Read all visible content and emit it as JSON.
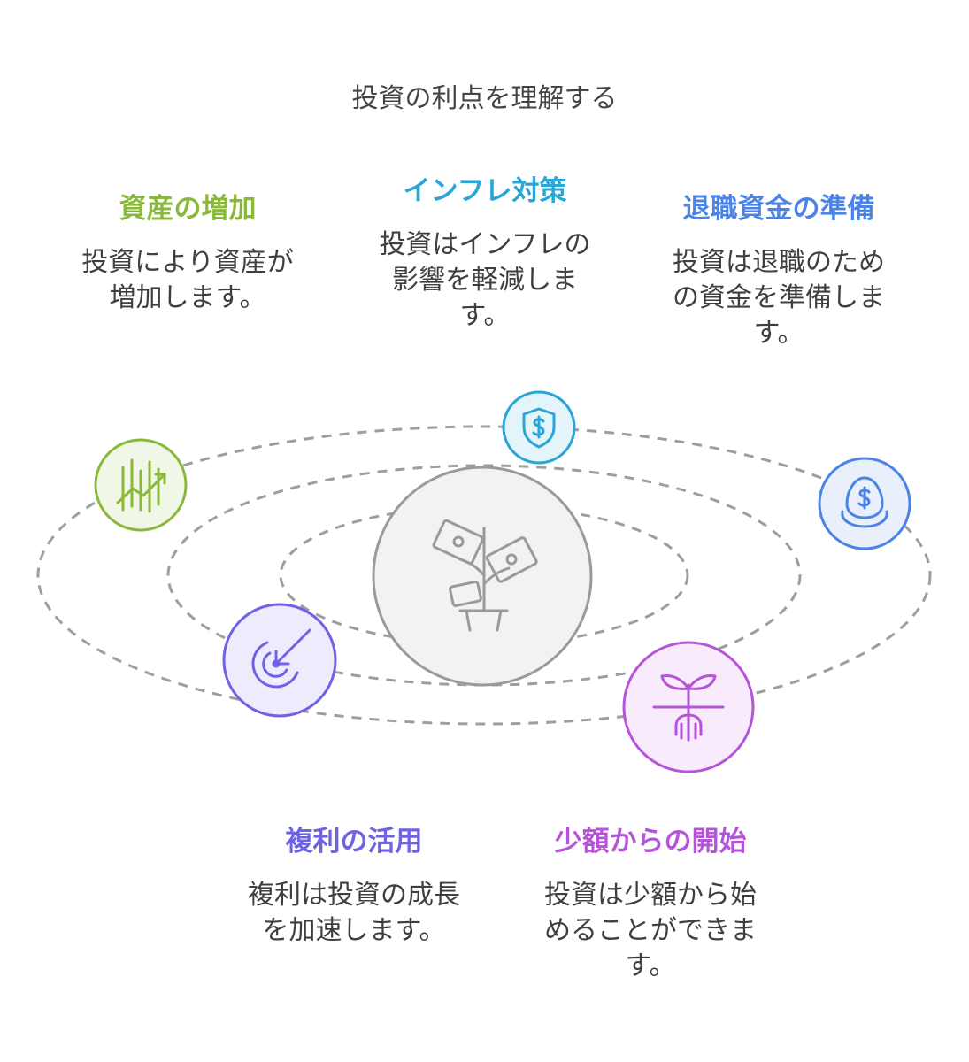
{
  "title": "投資の利点を理解する",
  "colors": {
    "asset": "#8ab83c",
    "inflation": "#2aa5d6",
    "retire": "#4b84e6",
    "compound": "#6e62e6",
    "small": "#b654d9",
    "center": "#9a9a9a",
    "orbit": "#9e9e9e"
  },
  "items": {
    "asset": {
      "heading": "資産の増加",
      "desc": [
        "投資により資産が",
        "増加します。"
      ],
      "icon": "growth-chart-icon"
    },
    "inflation": {
      "heading": "インフレ対策",
      "desc": [
        "投資はインフレの",
        "影響を軽減しま",
        "す。"
      ],
      "icon": "dollar-shield-icon"
    },
    "retire": {
      "heading": "退職資金の準備",
      "desc": [
        "投資は退職のため",
        "の資金を準備しま",
        "す。"
      ],
      "icon": "nest-egg-icon"
    },
    "compound": {
      "heading": "複利の活用",
      "desc": [
        "複利は投資の成長",
        "を加速します。"
      ],
      "icon": "target-arrow-icon"
    },
    "small": {
      "heading": "少額からの開始",
      "desc": [
        "投資は少額から始",
        "めることができま",
        "す。"
      ],
      "icon": "sprout-icon"
    }
  },
  "center": {
    "icon": "money-plant-icon"
  }
}
